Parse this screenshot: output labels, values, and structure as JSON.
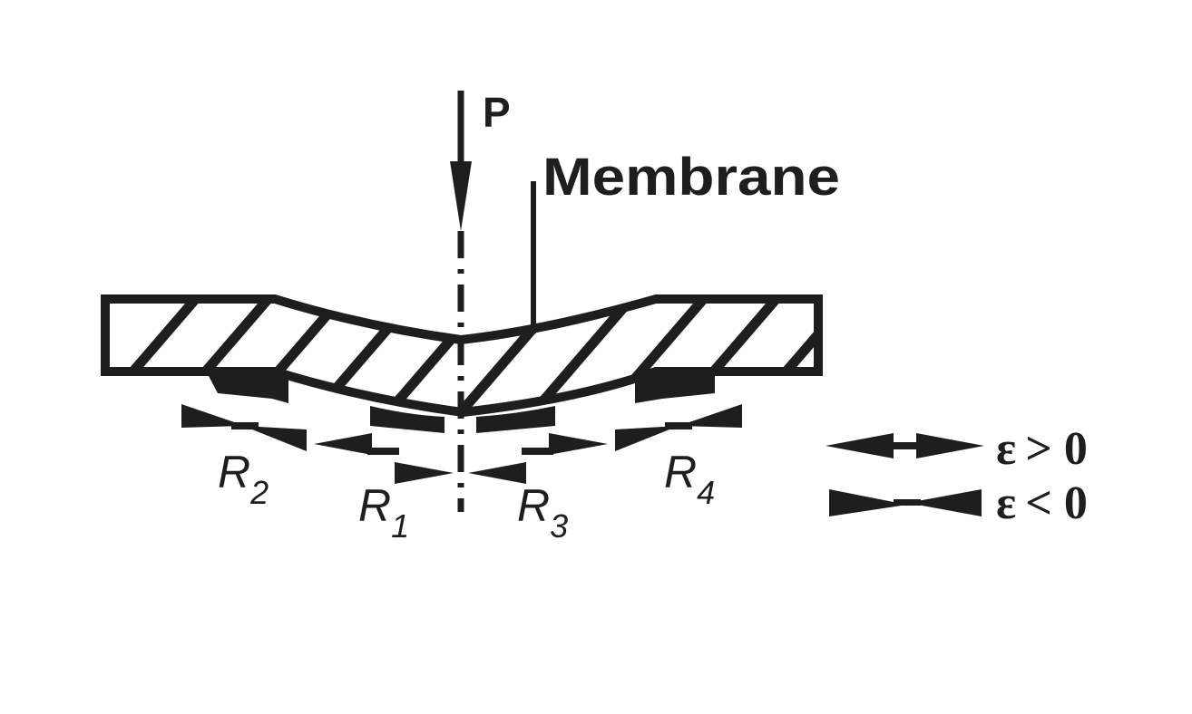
{
  "labels": {
    "force": "P",
    "membrane": "Membrane",
    "resistors": [
      {
        "letter": "R",
        "sub": "2"
      },
      {
        "letter": "R",
        "sub": "1"
      },
      {
        "letter": "R",
        "sub": "3"
      },
      {
        "letter": "R",
        "sub": "4"
      }
    ],
    "legend": {
      "tension_sign": "> 0",
      "compression_sign": "< 0",
      "strain_symbol": "ε"
    }
  },
  "colors": {
    "ink": "#1e1e1e",
    "background": "#ffffff"
  },
  "icons": {
    "tension": "double-arrow-outward-icon",
    "compression": "double-arrow-inward-icon"
  }
}
